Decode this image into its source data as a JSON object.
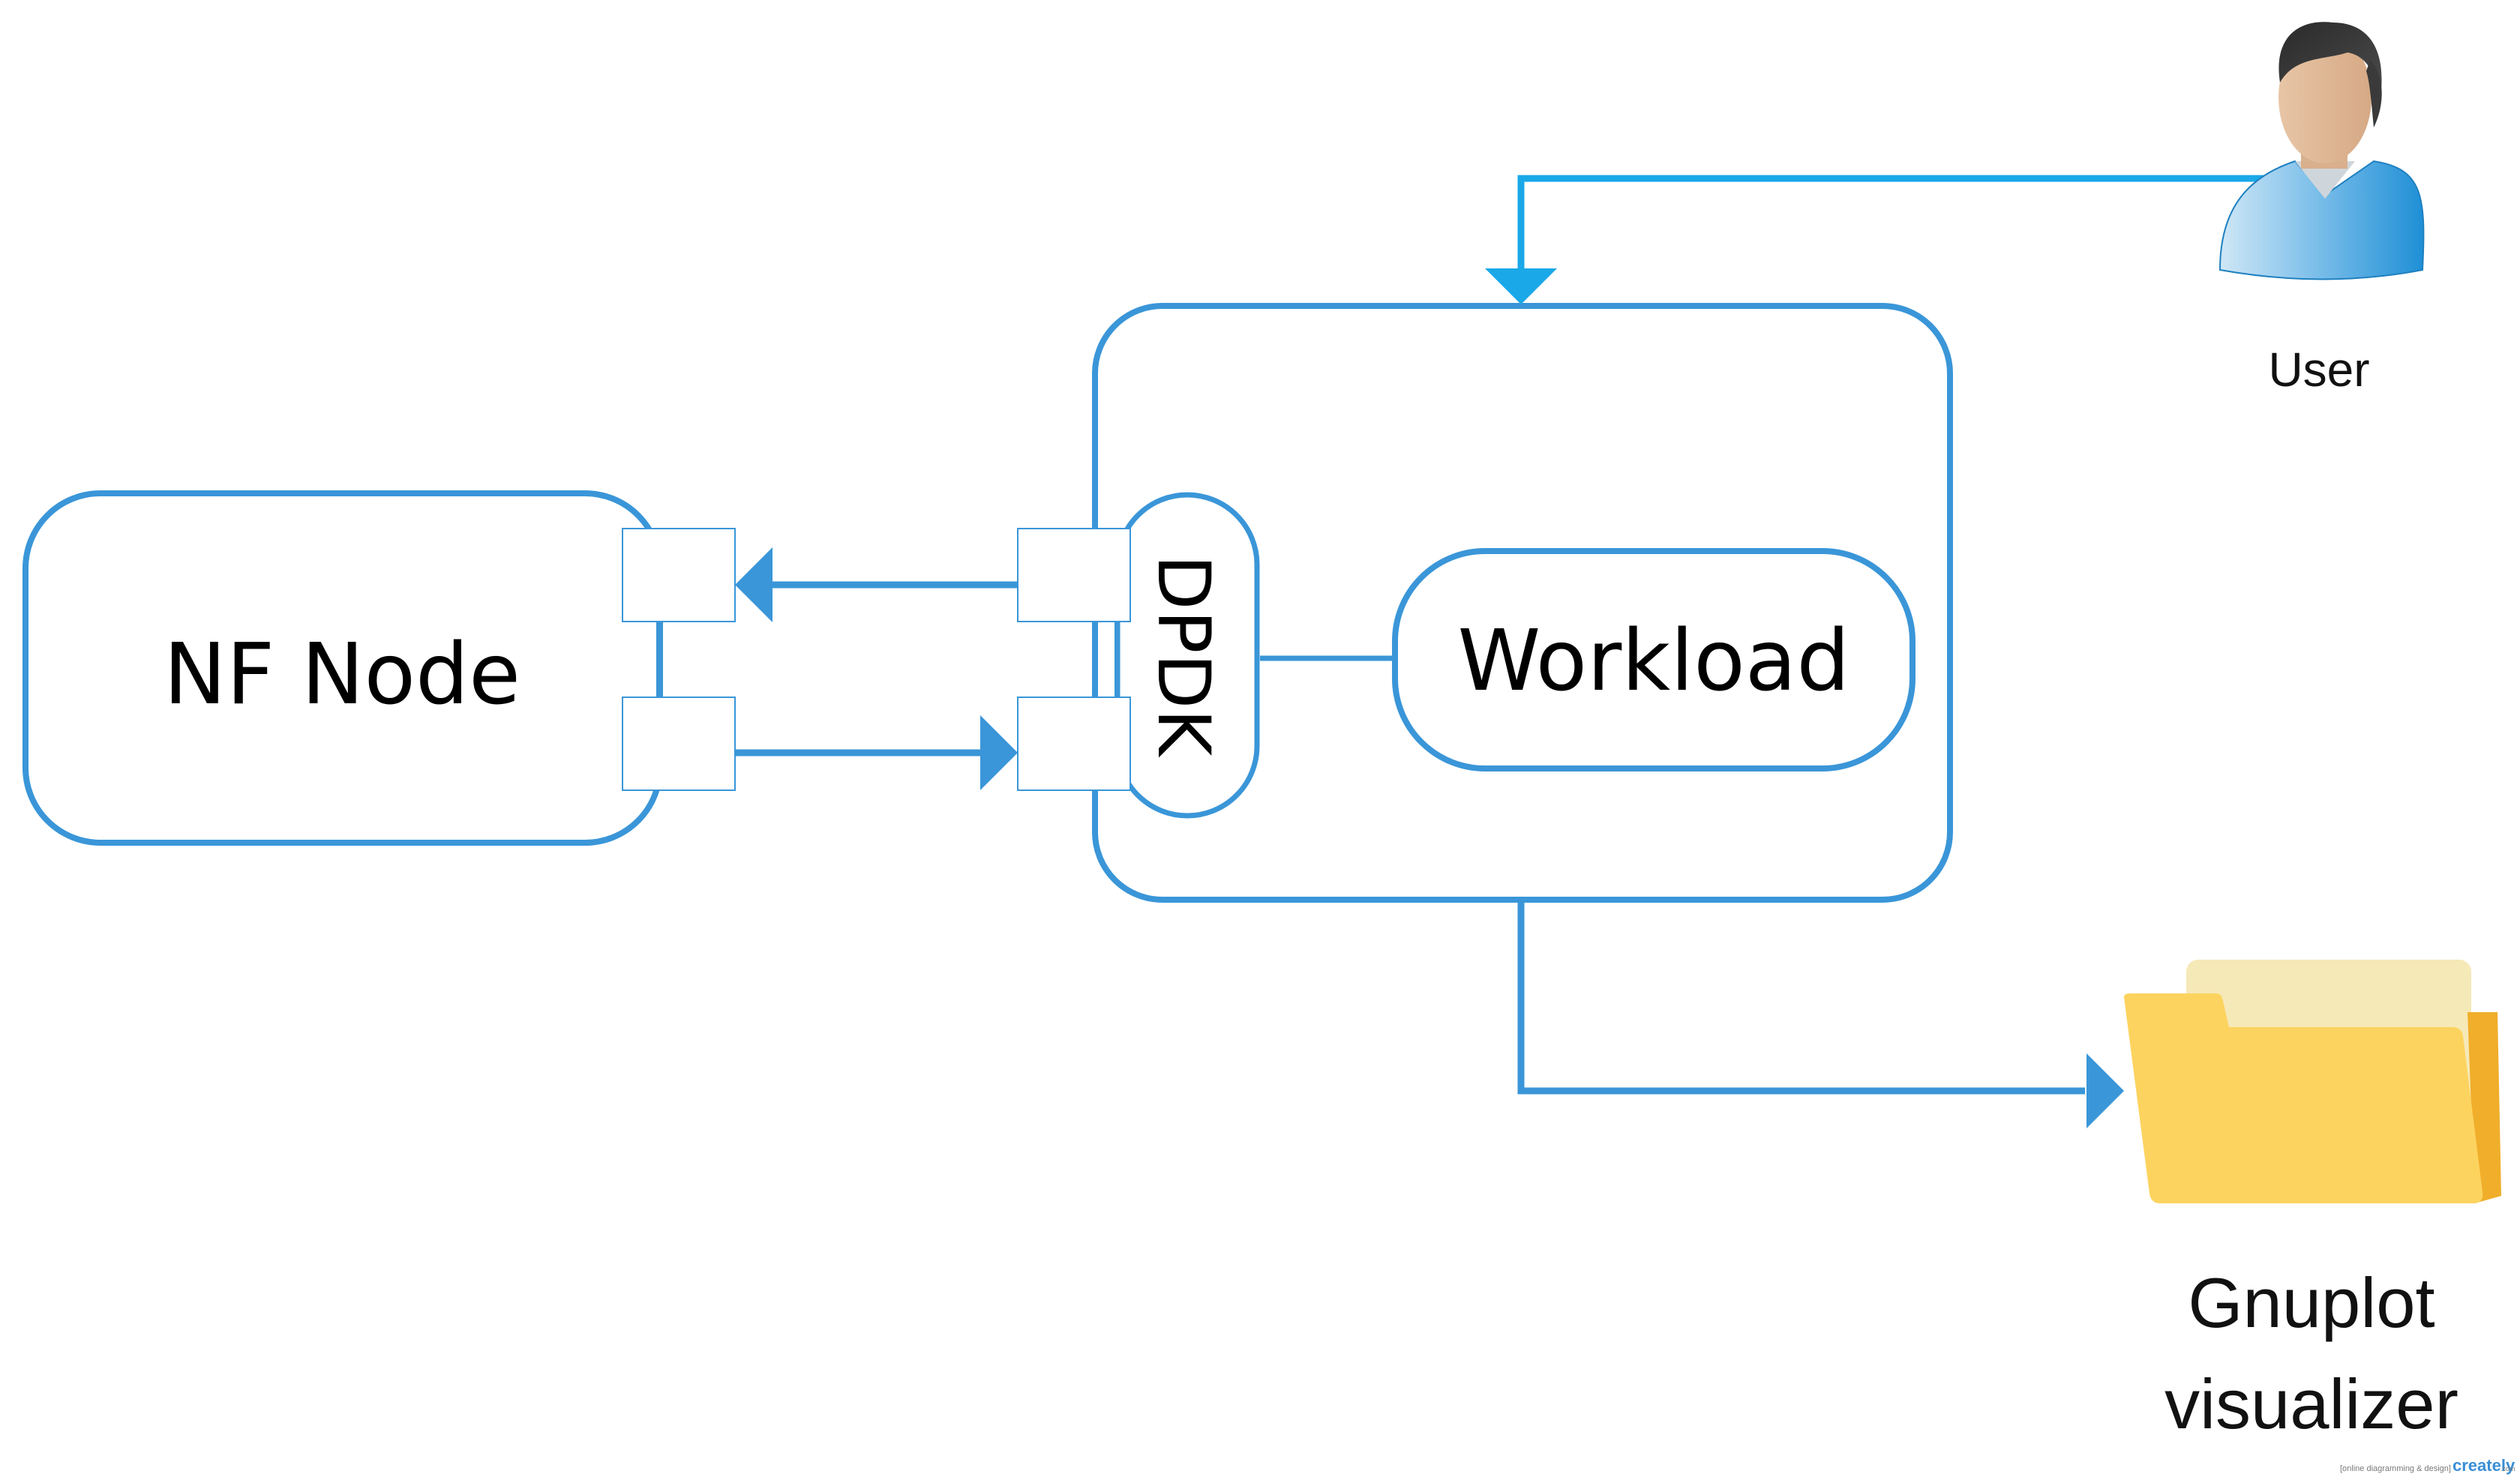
{
  "diagram": {
    "nodes": {
      "nf_node": "NF Node",
      "dpdk": "DPDK",
      "workload": "Workload"
    },
    "user_label": "User",
    "visualizer_label_lines": [
      "Gnuplot",
      "visualizer"
    ],
    "watermark": {
      "tagline": "[online diagramming & design]",
      "brand": "creately",
      "suffix": ".com"
    }
  },
  "icons": {
    "user": "user-icon",
    "folder": "folder-icon"
  },
  "colors": {
    "stroke_blue": "#3a96d8",
    "arrow_cyan": "#1aa8e8",
    "folder_front": "#fdd35f",
    "folder_back": "#f6e9b8",
    "folder_edge": "#f0ae2a"
  }
}
